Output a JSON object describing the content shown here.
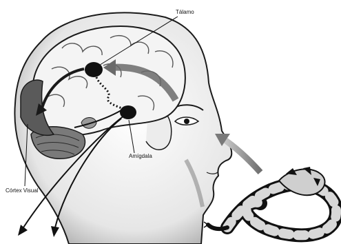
{
  "labels": {
    "talamo": "Tálamo",
    "amigdala": "Amígdala",
    "cortex_visual": "Córtex Visual"
  },
  "colors": {
    "ink": "#111111",
    "shade_dark": "#3a3a3a",
    "shade_mid": "#8a8a8a",
    "shade_light": "#cfcfcf",
    "paper": "#ffffff"
  }
}
